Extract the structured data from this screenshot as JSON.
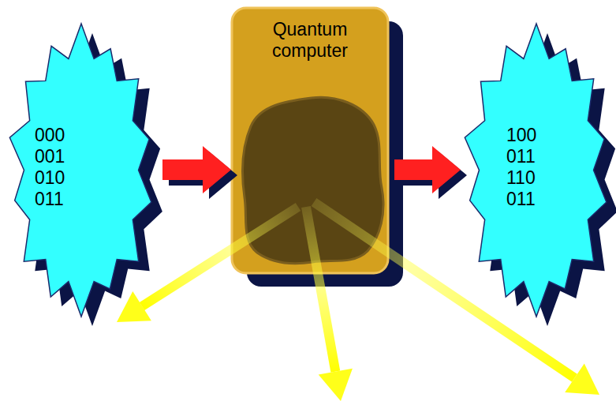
{
  "diagram": {
    "nodes": [
      {
        "text": [
          "000 001 010 011"
        ]
      },
      {
        "text": [
          "Quantum computer"
        ]
      },
      {
        "text": [
          "100 011 110 011"
        ]
      }
    ],
    "edges": [
      {
        "from": 0,
        "to": 1,
        "arrow": "to"
      },
      {
        "from": 1,
        "to": 2,
        "arrow": "to"
      }
    ]
  }
}
